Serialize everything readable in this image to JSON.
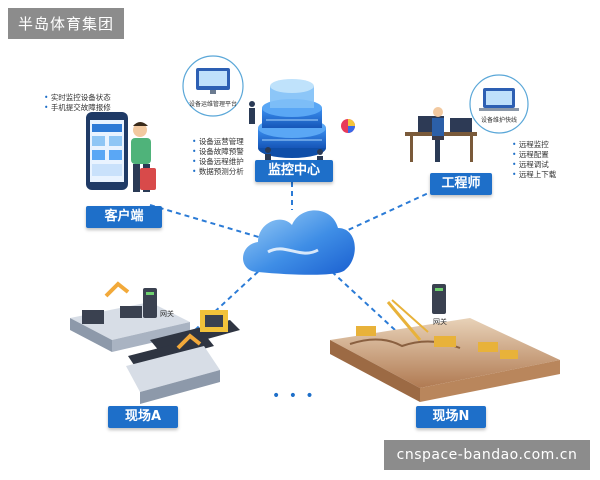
{
  "watermark": {
    "top_left": "半岛体育集团",
    "bottom_right": "cnspace-bandao.com.cn"
  },
  "nodes": {
    "customer": {
      "label": "客户端",
      "features": [
        "实时监控设备状态",
        "手机提交故障报修"
      ]
    },
    "center": {
      "label": "监控中心",
      "bubble_label": "设备运维管理平台",
      "features": [
        "设备运营管理",
        "设备故障预警",
        "设备远程维护",
        "数据预测分析"
      ]
    },
    "engineer": {
      "label": "工程师",
      "bubble_label": "设备维护快线",
      "features": [
        "远程监控",
        "远程配置",
        "远程调试",
        "远程上下载"
      ]
    },
    "site_a": {
      "label": "现场A",
      "gateway_label": "网关"
    },
    "site_n": {
      "label": "现场N",
      "gateway_label": "网关"
    }
  },
  "ellipsis": "• • •",
  "colors": {
    "primary": "#1e6fc9",
    "cloud_dark": "#1a66d6",
    "cloud_light": "#8fc6f5",
    "dashed_line": "#2b7bd6"
  }
}
